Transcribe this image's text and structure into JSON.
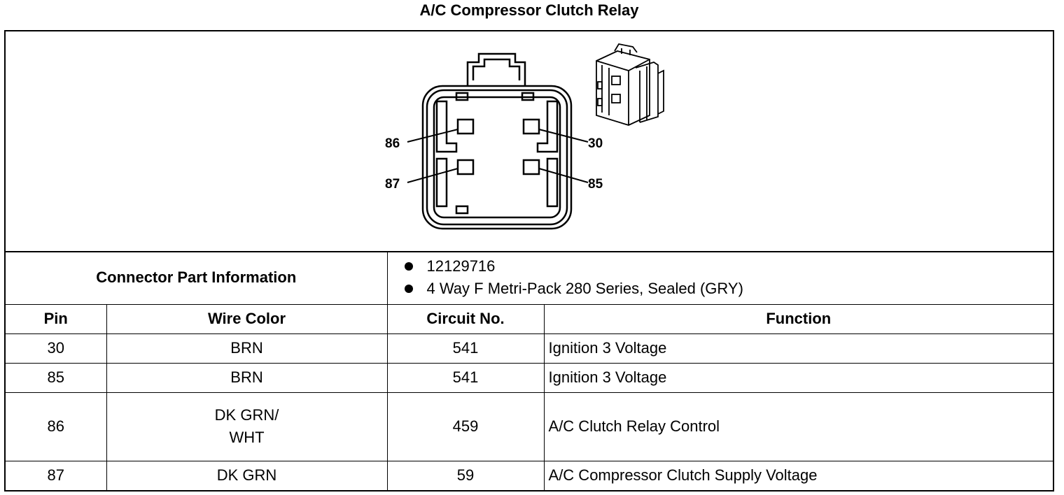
{
  "title": "A/C Compressor Clutch Relay",
  "pins_diagram": {
    "labels": [
      "86",
      "30",
      "87",
      "85"
    ]
  },
  "connector_part_information": {
    "label": "Connector Part Information",
    "items": [
      "12129716",
      "4 Way F Metri-Pack 280 Series, Sealed (GRY)"
    ]
  },
  "table": {
    "headers": [
      "Pin",
      "Wire Color",
      "Circuit No.",
      "Function"
    ],
    "rows": [
      {
        "pin": "30",
        "wire_color": [
          "BRN"
        ],
        "circuit": "541",
        "function": "Ignition 3 Voltage"
      },
      {
        "pin": "85",
        "wire_color": [
          "BRN"
        ],
        "circuit": "541",
        "function": "Ignition 3 Voltage"
      },
      {
        "pin": "86",
        "wire_color": [
          "DK GRN/",
          "WHT"
        ],
        "circuit": "459",
        "function": "A/C Clutch Relay Control"
      },
      {
        "pin": "87",
        "wire_color": [
          "DK GRN"
        ],
        "circuit": "59",
        "function": "A/C Compressor Clutch Supply Voltage"
      }
    ]
  }
}
